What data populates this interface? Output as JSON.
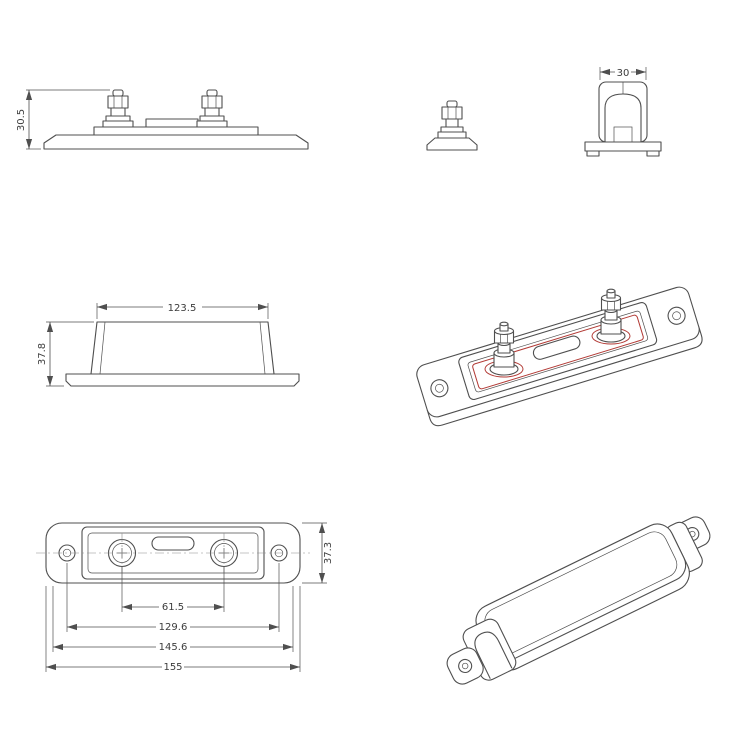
{
  "colors": {
    "line": "#4f4f4f",
    "accent_red": "#b23a35",
    "background": "#ffffff"
  },
  "dimensions": {
    "front_total_height": "30.5",
    "end_width": "30",
    "side_body_length": "123.5",
    "side_total_height": "37.8",
    "plan_stud_spacing": "61.5",
    "plan_hole_spacing": "129.6",
    "plan_flange_length": "145.6",
    "plan_total_length": "155",
    "plan_width": "37.3"
  }
}
